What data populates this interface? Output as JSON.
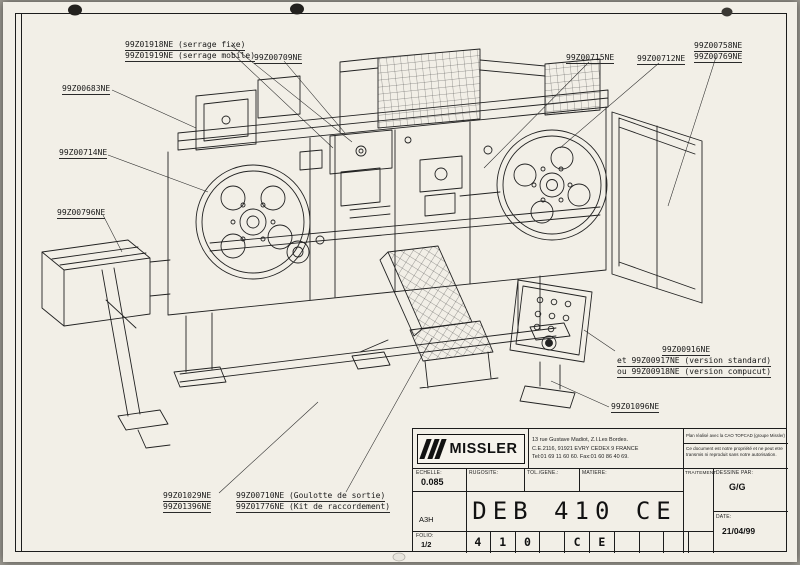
{
  "page": {
    "background_color": "#9d9a92",
    "paper_color": "#f2efe7",
    "line_color": "#1c1c1c"
  },
  "callouts": {
    "serrage": {
      "lines": [
        "99Z01918NE (serrage fixe)",
        "99Z01919NE (serrage mobile)"
      ]
    },
    "c709": {
      "text": "99Z00709NE"
    },
    "c683": {
      "text": "99Z00683NE"
    },
    "c714": {
      "text": "99Z00714NE"
    },
    "c796": {
      "text": "99Z00796NE"
    },
    "c715": {
      "text": "99Z00715NE"
    },
    "c712": {
      "text": "99Z00712NE"
    },
    "c758": {
      "lines": [
        "99Z00758NE",
        "99Z00769NE"
      ]
    },
    "versions": {
      "lines": [
        "99Z00916NE",
        "et 99Z00917NE (version standard)",
        "ou 99Z00918NE (version compucut)"
      ]
    },
    "c1096": {
      "text": "99Z01096NE"
    },
    "c1029": {
      "lines": [
        "99Z01029NE",
        "99Z01396NE"
      ]
    },
    "goulotte": {
      "lines": [
        "99Z00710NE (Goulotte de sortie)",
        "99Z01776NE (Kit de raccordement)"
      ]
    }
  },
  "title_block": {
    "logo_text": "MISSLER",
    "address_lines": [
      "13 rue Gustave Madiot, Z.I.Les Bordes.",
      "C.E.2116, 91921 EVRY CEDEX 9 FRANCE",
      "Tel:01 69 11 60 60. Fax:01 60 86 40 69."
    ],
    "notice_top": "Plan réalisé avec la CAO TOPCAD (groupe Missler)",
    "notice_bottom": "Ce document est notre propriété et ne peut etre transmis ni reproduit sans notre autorisation.",
    "echelle_label": "ECHELLE:",
    "echelle_value": "0.085",
    "rugosite_label": "RUGOSITE:",
    "tol_label": "TOL./GENE.:",
    "matiere_label": "MATIERE:",
    "traitement_label": "TRAITEMENT:",
    "dessine_label": "DESSINE PAR:",
    "dessine_value": "G/G",
    "date_label": "DATE:",
    "date_value": "21/04/99",
    "format": "A3H",
    "folio_label": "FOLIO:",
    "folio_value": "1/2",
    "title": "DEB 410 CE",
    "number_boxes": [
      "4",
      "1",
      "0",
      "",
      "C",
      "E",
      "",
      "",
      "",
      ""
    ]
  }
}
